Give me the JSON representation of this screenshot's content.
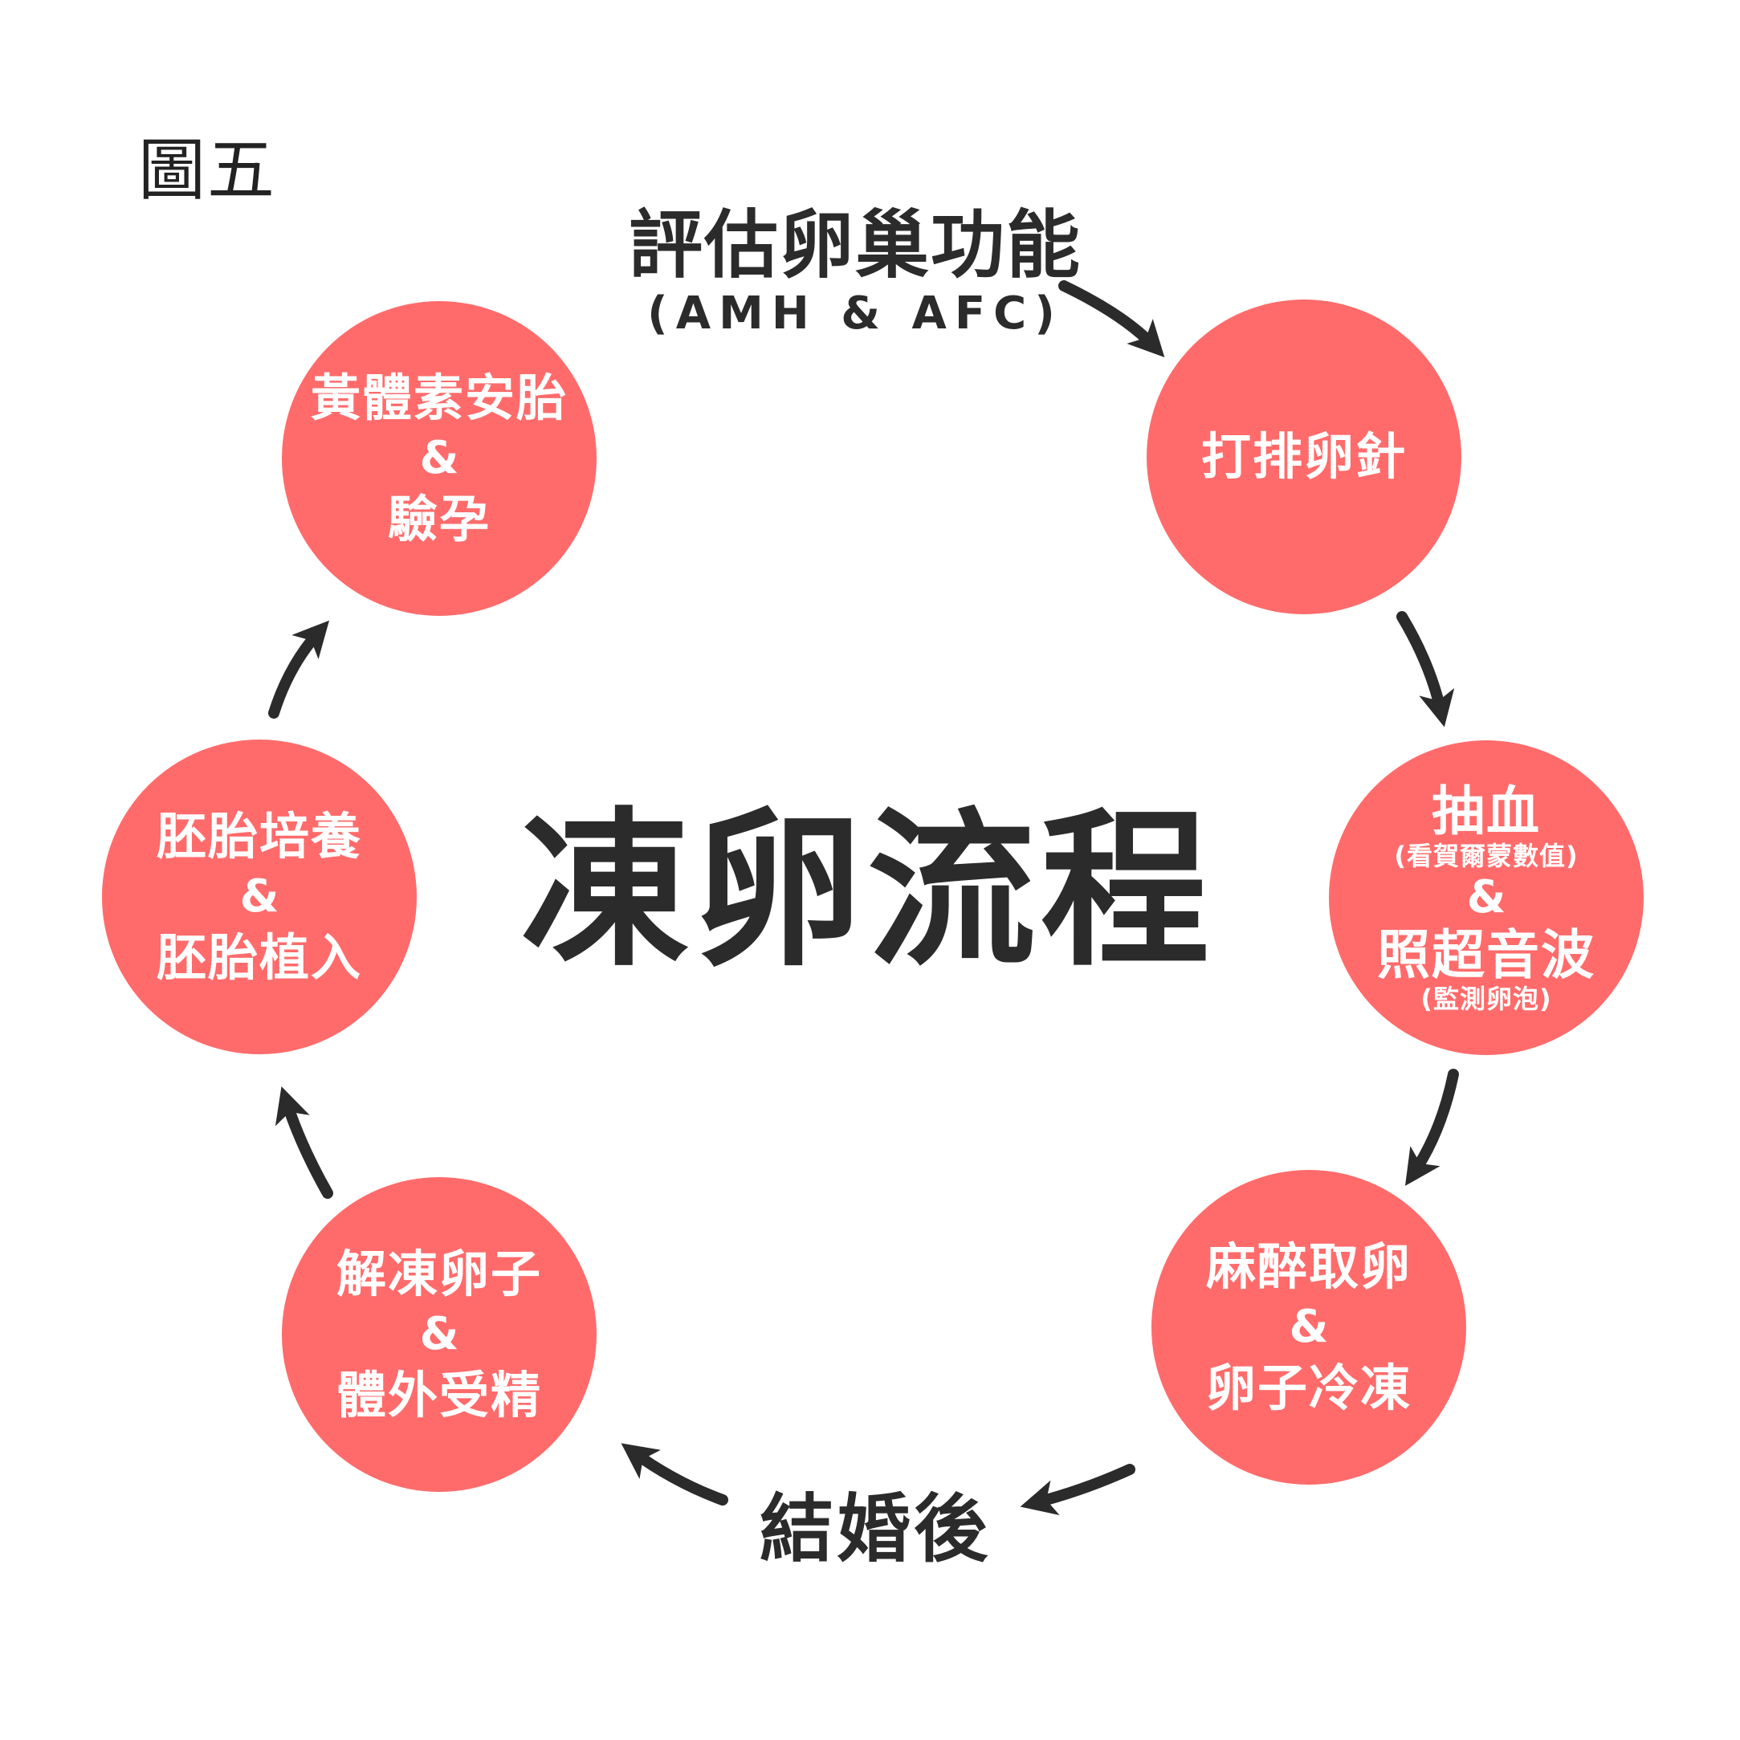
{
  "figure_label": "圖五",
  "title": "凍卵流程",
  "start": {
    "main": "評估卵巢功能",
    "sub": "(AMH & AFC)"
  },
  "after_marriage": "結婚後",
  "nodes": [
    {
      "lines": [
        "打排卵針"
      ]
    },
    {
      "line1": "抽血",
      "note1": "(看賀爾蒙數值)",
      "amp": "&",
      "line2": "照超音波",
      "note2": "(監測卵泡)"
    },
    {
      "line1": "麻醉取卵",
      "amp": "&",
      "line2": "卵子冷凍"
    },
    {
      "line1": "解凍卵子",
      "amp": "&",
      "line2": "體外受精"
    },
    {
      "line1": "胚胎培養",
      "amp": "&",
      "line2": "胚胎植入"
    },
    {
      "line1": "黃體素安胎",
      "amp": "&",
      "line2": "驗孕"
    }
  ],
  "colors": {
    "node": "#ff6b6b",
    "text_dark": "#2b2b2b",
    "arrow": "#2b2b2b"
  }
}
